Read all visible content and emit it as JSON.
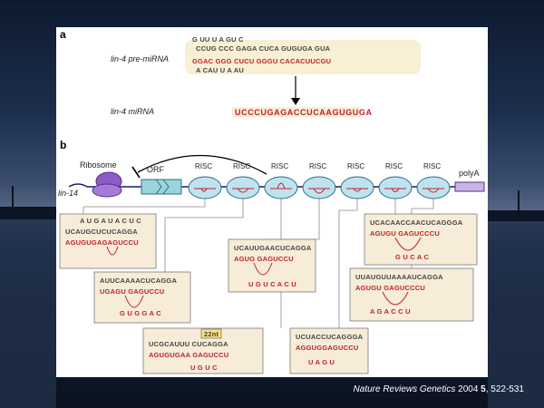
{
  "panel_a": {
    "letter": "a",
    "pre_label": "lin-4 pre-miRNA",
    "mirna_label": "lin-4 miRNA",
    "pre_top_line": "CCUG CCC GAGA CUCA GUGUGA GUA",
    "pre_top_loops": "G UU U A GU C",
    "pre_bot_line": "GGAC GGG CUCU GGGU CACACUUCGU",
    "pre_bot_loops": "A CAU U A AU",
    "mature": "UCCCUGAGACCUCAAGUGUGA"
  },
  "panel_b": {
    "letter": "b",
    "ribosome": "Ribosome",
    "orf": "ORF",
    "risc": "RISC",
    "polya": "polyA",
    "gene": "lin-14",
    "nt_tag": "22nt"
  },
  "boxes": [
    {
      "top": "UCAUGCUCUCAGGA",
      "bot": "AGUGUGAGAGUCCU",
      "extra": "A U G A U A C U C"
    },
    {
      "top": "AUUCAAAACUCAGGA",
      "bot": "UGAGU GAGUCCU",
      "extra": "G U G G A C"
    },
    {
      "top": "UCGCAUUU CUCAGGA",
      "bot": "AGUGUGAA GAGUCCU",
      "extra": "U G U C"
    },
    {
      "top": "UCAUUGAACUCAGGA",
      "bot": "AGUG GAGUCCU",
      "extra": "U G U C A C U"
    },
    {
      "top": "UCUACCUCAGGGA",
      "bot": "AGGUGGAGUCCU",
      "extra": "U A G U"
    },
    {
      "top": "UCACAACCAACUCAGGGA",
      "bot": "AGUGU GAGUCCCU",
      "extra": "G U C A C"
    },
    {
      "top": "UUAUGUUAAAAUCAGGA",
      "bot": "AGUGU GAGUCCCU",
      "extra": "A G A C C U"
    }
  ],
  "citation": {
    "journal": "Nature Reviews Genetics",
    "year": "2004",
    "volume": "5",
    "pages": ", 522-531"
  }
}
